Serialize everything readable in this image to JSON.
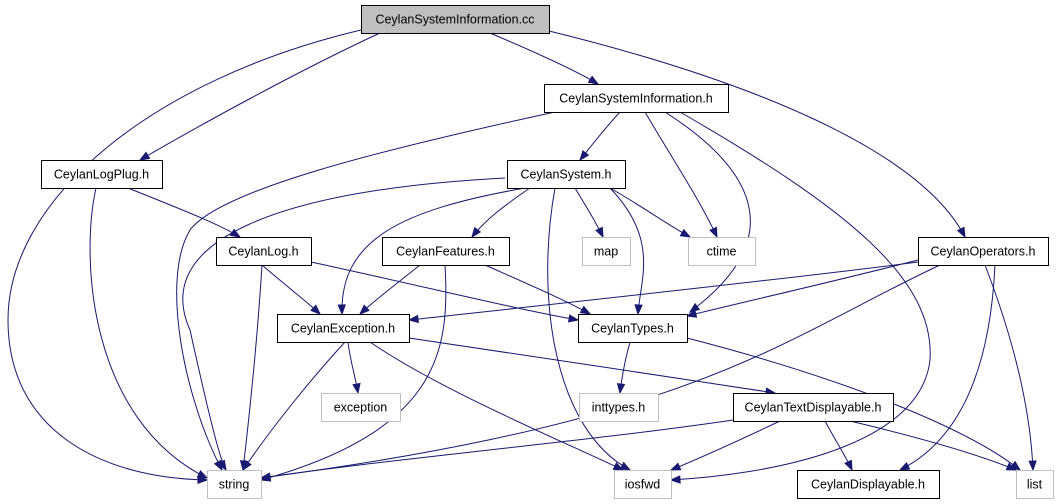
{
  "graph": {
    "colors": {
      "edge": "#191970",
      "root_fill": "#bfbfbf",
      "node_border": "#000000",
      "system_border": "#bfbfbf"
    },
    "nodes": [
      {
        "id": "root",
        "label": "CeylanSystemInformation.cc",
        "style": "root"
      },
      {
        "id": "csi",
        "label": "CeylanSystemInformation.h",
        "style": "normal"
      },
      {
        "id": "lplug",
        "label": "CeylanLogPlug.h",
        "style": "normal"
      },
      {
        "id": "sys",
        "label": "CeylanSystem.h",
        "style": "normal"
      },
      {
        "id": "log",
        "label": "CeylanLog.h",
        "style": "normal"
      },
      {
        "id": "feat",
        "label": "CeylanFeatures.h",
        "style": "normal"
      },
      {
        "id": "map",
        "label": "map",
        "style": "system"
      },
      {
        "id": "ctime",
        "label": "ctime",
        "style": "system"
      },
      {
        "id": "ops",
        "label": "CeylanOperators.h",
        "style": "normal"
      },
      {
        "id": "exc",
        "label": "CeylanException.h",
        "style": "normal"
      },
      {
        "id": "types",
        "label": "CeylanTypes.h",
        "style": "normal"
      },
      {
        "id": "excp",
        "label": "exception",
        "style": "system"
      },
      {
        "id": "intt",
        "label": "inttypes.h",
        "style": "system"
      },
      {
        "id": "td",
        "label": "CeylanTextDisplayable.h",
        "style": "normal"
      },
      {
        "id": "str",
        "label": "string",
        "style": "system"
      },
      {
        "id": "iosf",
        "label": "iosfwd",
        "style": "system"
      },
      {
        "id": "disp",
        "label": "CeylanDisplayable.h",
        "style": "normal"
      },
      {
        "id": "list",
        "label": "list",
        "style": "system"
      }
    ],
    "edges": [
      {
        "from": "root",
        "to": "csi"
      },
      {
        "from": "root",
        "to": "lplug"
      },
      {
        "from": "root",
        "to": "str"
      },
      {
        "from": "root",
        "to": "ops"
      },
      {
        "from": "csi",
        "to": "sys"
      },
      {
        "from": "csi",
        "to": "str"
      },
      {
        "from": "csi",
        "to": "ctime"
      },
      {
        "from": "csi",
        "to": "types"
      },
      {
        "from": "csi",
        "to": "iosf"
      },
      {
        "from": "lplug",
        "to": "log"
      },
      {
        "from": "lplug",
        "to": "str"
      },
      {
        "from": "sys",
        "to": "feat"
      },
      {
        "from": "sys",
        "to": "exc"
      },
      {
        "from": "sys",
        "to": "str"
      },
      {
        "from": "sys",
        "to": "map"
      },
      {
        "from": "sys",
        "to": "ctime"
      },
      {
        "from": "sys",
        "to": "types"
      },
      {
        "from": "sys",
        "to": "iosf"
      },
      {
        "from": "log",
        "to": "exc"
      },
      {
        "from": "log",
        "to": "types"
      },
      {
        "from": "log",
        "to": "str"
      },
      {
        "from": "feat",
        "to": "exc"
      },
      {
        "from": "feat",
        "to": "types"
      },
      {
        "from": "feat",
        "to": "str"
      },
      {
        "from": "ops",
        "to": "exc"
      },
      {
        "from": "ops",
        "to": "types"
      },
      {
        "from": "ops",
        "to": "str"
      },
      {
        "from": "ops",
        "to": "disp"
      },
      {
        "from": "ops",
        "to": "list"
      },
      {
        "from": "exc",
        "to": "excp"
      },
      {
        "from": "exc",
        "to": "str"
      },
      {
        "from": "exc",
        "to": "iosf"
      },
      {
        "from": "exc",
        "to": "td"
      },
      {
        "from": "types",
        "to": "intt"
      },
      {
        "from": "types",
        "to": "list"
      },
      {
        "from": "td",
        "to": "str"
      },
      {
        "from": "td",
        "to": "iosf"
      },
      {
        "from": "td",
        "to": "disp"
      },
      {
        "from": "td",
        "to": "list"
      }
    ]
  }
}
